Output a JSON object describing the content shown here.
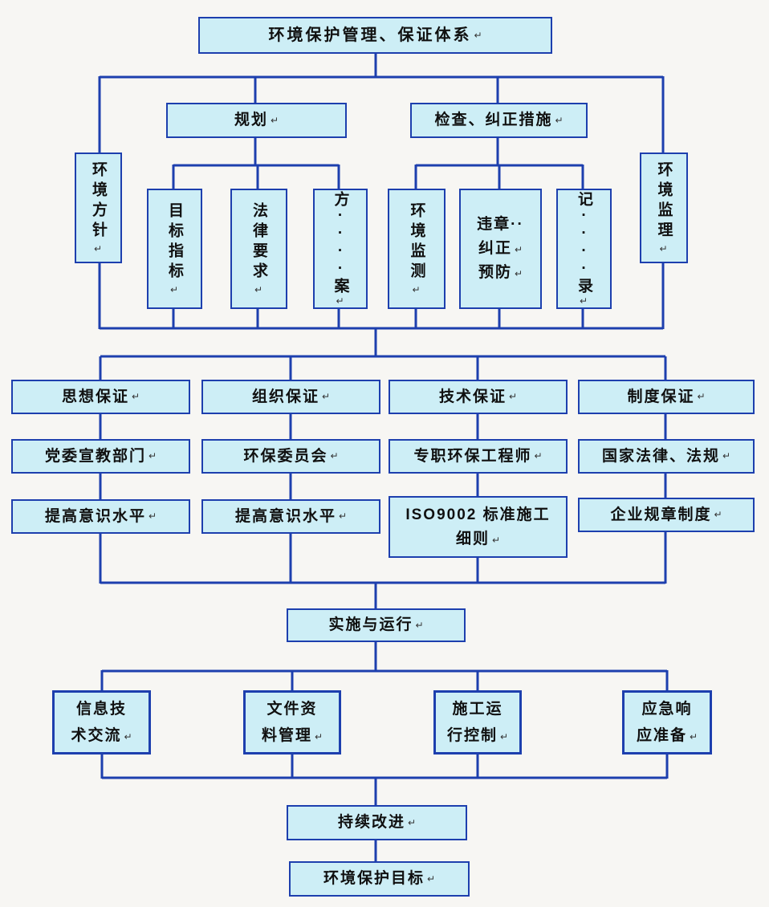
{
  "ret": "↵",
  "colors": {
    "box_fill": "#cdeef6",
    "box_border": "#1d3fae",
    "connector": "#1d3fae",
    "background": "#f7f6f3",
    "text": "#101010"
  },
  "title": "环境保护管理、保证体系",
  "planning": "规划",
  "inspection": "检查、纠正措施",
  "env_policy": "环境方针",
  "env_supervision": "环境监理",
  "goals_indicators": "目标指标",
  "legal_requirements": "法律要求",
  "scheme": "方····案",
  "env_monitoring": "环境监测",
  "violation": {
    "lines": [
      "违章··",
      "纠正",
      "预防"
    ]
  },
  "records": "记····录",
  "columns": [
    {
      "guarantee": "思想保证",
      "body": "党委宣教部门",
      "measure": [
        "提高意识水平"
      ]
    },
    {
      "guarantee": "组织保证",
      "body": "环保委员会",
      "measure": [
        "提高意识水平"
      ]
    },
    {
      "guarantee": "技术保证",
      "body": "专职环保工程师",
      "measure": [
        "ISO9002 标准施工",
        "细则"
      ]
    },
    {
      "guarantee": "制度保证",
      "body": "国家法律、法规",
      "measure": [
        "企业规章制度"
      ]
    }
  ],
  "implementation": "实施与运行",
  "operations": [
    {
      "lines": [
        "信息技",
        "术交流"
      ]
    },
    {
      "lines": [
        "文件资",
        "料管理"
      ]
    },
    {
      "lines": [
        "施工运",
        "行控制"
      ]
    },
    {
      "lines": [
        "应急响",
        "应准备"
      ]
    }
  ],
  "continuous_improvement": "持续改进",
  "env_goal": "环境保护目标"
}
